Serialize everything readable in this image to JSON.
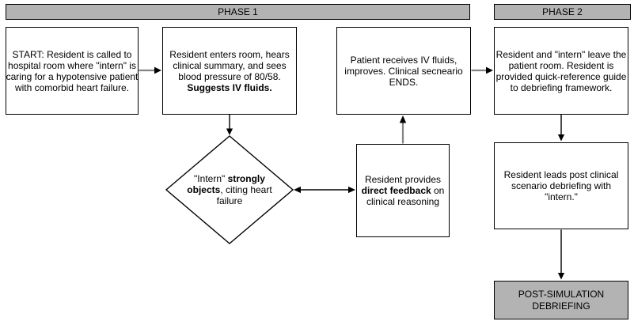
{
  "phase1_label": "PHASE 1",
  "phase2_label": "PHASE 2",
  "colors": {
    "phase_bar_fill": "#b3b3b3",
    "end_node_fill": "#b3b3b3",
    "node_fill": "#ffffff",
    "border": "#000000",
    "arrow_gray": "#848484",
    "arrow_black": "#000000"
  },
  "nodes": {
    "start": {
      "segments": [
        {
          "text": "START: Resident is called to\nhospital room where \"intern\" is\ncaring for a hypotensive patient\nwith comorbid heart failure.",
          "bold": false
        }
      ]
    },
    "enters": {
      "segments": [
        {
          "text": "Resident enters room, hears\nclinical summary, and sees\nblood pressure of 80/58.\n",
          "bold": false
        },
        {
          "text": "Suggests IV fluids.",
          "bold": true
        }
      ]
    },
    "receives": {
      "segments": [
        {
          "text": "Patient receives IV fluids,\nimproves. Clinical secneario\nENDS.",
          "bold": false
        }
      ]
    },
    "leave": {
      "segments": [
        {
          "text": "Resident and \"intern\" leave the\npatient room. Resident is\nprovided quick-reference guide\nto debriefing framework.",
          "bold": false
        }
      ]
    },
    "objects": {
      "segments": [
        {
          "text": "\"Intern\" ",
          "bold": false
        },
        {
          "text": "strongly\nobjects",
          "bold": true
        },
        {
          "text": ", citing heart\nfailure",
          "bold": false
        }
      ]
    },
    "feedback": {
      "segments": [
        {
          "text": "Resident provides\n",
          "bold": false
        },
        {
          "text": "direct feedback",
          "bold": true
        },
        {
          "text": " on\nclinical reasoning",
          "bold": false
        }
      ]
    },
    "debrief_lead": {
      "segments": [
        {
          "text": "Resident leads post clinical\nscenario debriefing with\n\"intern.\"",
          "bold": false
        }
      ]
    },
    "post_sim": {
      "segments": [
        {
          "text": "POST-SIMULATION\nDEBRIEFING",
          "bold": false
        }
      ]
    }
  }
}
